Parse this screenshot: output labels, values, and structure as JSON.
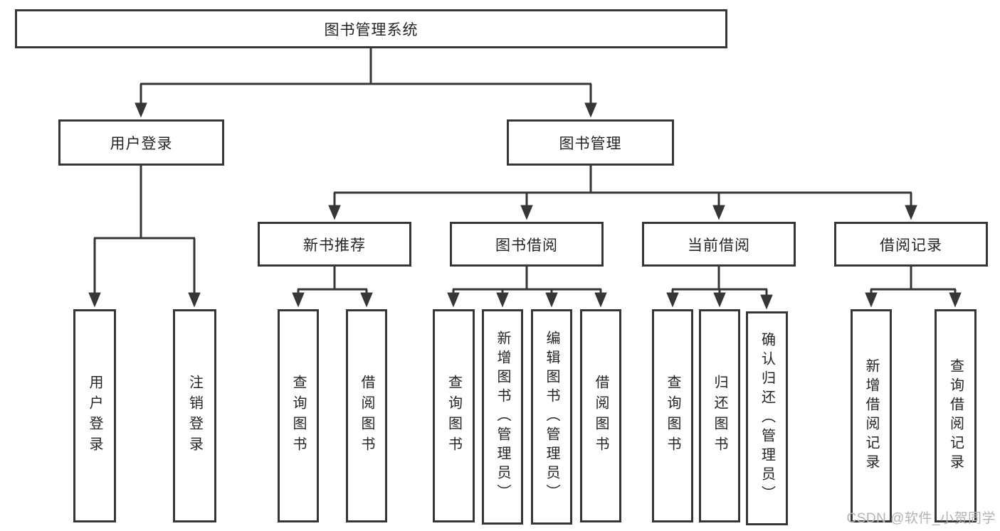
{
  "diagram": {
    "type": "hierarchy",
    "title": "图书管理系统",
    "nodes": {
      "root": {
        "label": "图书管理系统"
      },
      "level2": [
        {
          "label": "用户登录"
        },
        {
          "label": "图书管理"
        }
      ],
      "level3": [
        {
          "label": "新书推荐",
          "parent": "图书管理"
        },
        {
          "label": "图书借阅",
          "parent": "图书管理"
        },
        {
          "label": "当前借阅",
          "parent": "图书管理"
        },
        {
          "label": "借阅记录",
          "parent": "图书管理"
        }
      ],
      "leaves": [
        {
          "label": "用户登录",
          "parent": "用户登录"
        },
        {
          "label": "注销登录",
          "parent": "用户登录"
        },
        {
          "label": "查询图书",
          "parent": "新书推荐"
        },
        {
          "label": "借阅图书",
          "parent": "新书推荐"
        },
        {
          "label": "查询图书",
          "parent": "图书借阅"
        },
        {
          "label": "新增图书（管理员）",
          "parent": "图书借阅"
        },
        {
          "label": "编辑图书（管理员）",
          "parent": "图书借阅"
        },
        {
          "label": "借阅图书",
          "parent": "图书借阅"
        },
        {
          "label": "查询图书",
          "parent": "当前借阅"
        },
        {
          "label": "归还图书",
          "parent": "当前借阅"
        },
        {
          "label": "确认归还（管理员）",
          "parent": "当前借阅"
        },
        {
          "label": "新增借阅记录",
          "parent": "借阅记录"
        },
        {
          "label": "查询借阅记录",
          "parent": "借阅记录"
        }
      ]
    },
    "colors": {
      "line": "#363636",
      "box_border": "#363636",
      "box_background": "#ffffff",
      "text": "#242424",
      "watermark_text": "#b3b3b3"
    }
  },
  "watermark": "CSDN @软件_小贺同学"
}
